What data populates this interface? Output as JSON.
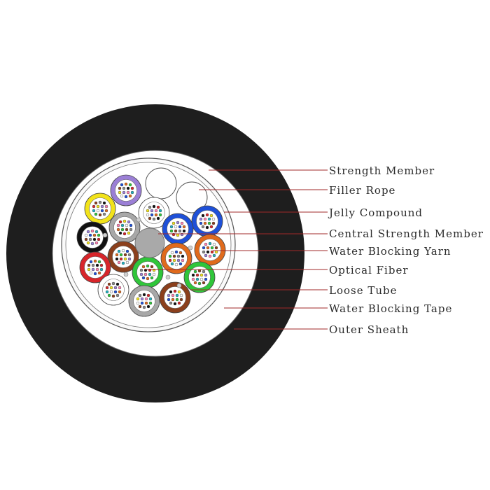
{
  "labels": {
    "strength_member": "Strength Member",
    "filler_rope": "Filler Rope",
    "jelly_compound": "Jelly Compound",
    "central_strength_member": "Central Strength Member",
    "water_blocking_yarn": "Water Blocking Yarn",
    "optical_fiber": "Optical Fiber",
    "loose_tube": "Loose Tube",
    "water_blocking_tape": "Water Blocking Tape",
    "outer_sheath": "Outer Sheath"
  },
  "colors": {
    "sheath": "#1e1e1e",
    "leader": "#a02828",
    "central_member": "#a9a9a9",
    "tube_violet": "#9b7fd6",
    "tube_yellow": "#f2e31a",
    "tube_black": "#111111",
    "tube_red": "#d8252a",
    "tube_brown": "#8b3f1c",
    "tube_gray": "#a8a8a8",
    "tube_blue": "#1e50d8",
    "tube_orange": "#e06a1c",
    "tube_green": "#2fc63a",
    "tube_white": "#ffffff"
  }
}
